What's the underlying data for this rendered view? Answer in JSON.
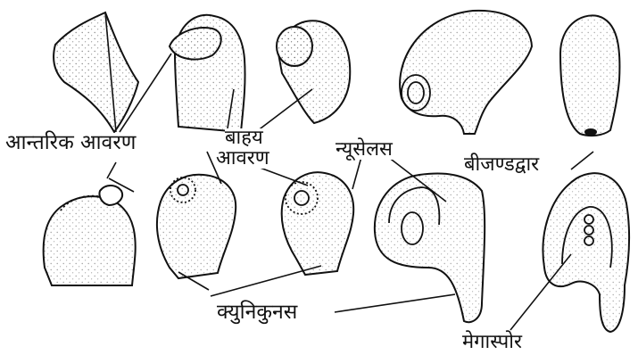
{
  "labels": {
    "inner_integument": "आन्तरिक आवरण",
    "outer_integument_1": "बाहय",
    "outer_integument_2": "आवरण",
    "nucellus": "न्यूसेलस",
    "micropyle": "बीजण्डद्वार",
    "funiculus": "क्युनिकुनस",
    "megaspore": "मेगास्पोर"
  },
  "colors": {
    "ink": "#111111",
    "paper": "#ffffff"
  }
}
